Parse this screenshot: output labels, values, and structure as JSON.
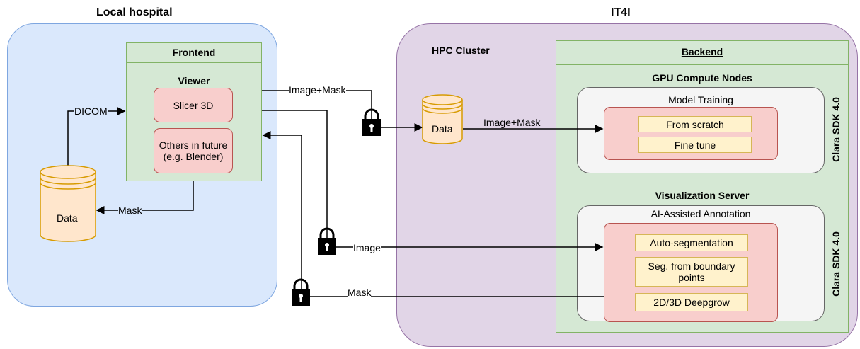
{
  "regions": {
    "local_title": "Local hospital",
    "it4i_title": "IT4I",
    "hpc_title": "HPC Cluster"
  },
  "frontend": {
    "title": "Frontend",
    "viewer_title": "Viewer",
    "slicer": "Slicer 3D",
    "others": "Others in future (e.g. Blender)"
  },
  "local_data": "Data",
  "hpc_data": "Data",
  "backend": {
    "title": "Backend",
    "gpu_title": "GPU Compute Nodes",
    "training_title": "Model Training",
    "from_scratch": "From scratch",
    "fine_tune": "Fine tune",
    "sdk_top": "Clara SDK 4.0",
    "vis_title": "Visualization Server",
    "annotation_title": "AI-Assisted Annotation",
    "auto_seg": "Auto-segmentation",
    "seg_boundary": "Seg. from boundary points",
    "deepgrow": "2D/3D Deepgrow",
    "sdk_bottom": "Clara SDK 4.0"
  },
  "edges": {
    "dicom": "DICOM",
    "mask_local": "Mask",
    "image_mask_top": "Image+Mask",
    "image_mask_hpc": "Image+Mask",
    "image": "Image",
    "mask": "Mask"
  },
  "icons": {
    "lock1": "lock-icon",
    "lock2": "lock-icon",
    "lock3": "lock-icon"
  },
  "colors": {
    "local_fill": "#dae8fc",
    "it4i_fill": "#e1d5e7",
    "green_fill": "#d5e8d4",
    "red_fill": "#f8cecc",
    "yellow_fill": "#fff2cc",
    "data_fill": "#ffe6cc"
  }
}
